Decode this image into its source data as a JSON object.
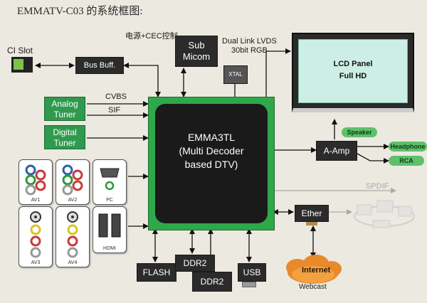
{
  "title": "EMMATV-C03 的系统框图:",
  "power_label": "电源+CEC控制",
  "ci_slot": "CI Slot",
  "bus_buff": "Bus Buff.",
  "sub_micom": [
    "Sub",
    "Micom"
  ],
  "xtal": "XTAL",
  "lvds_label": [
    "Dual Link LVDS",
    "30bit RGB"
  ],
  "lcd": [
    "LCD Panel",
    "Full HD"
  ],
  "analog_tuner": [
    "Analog",
    "Tuner"
  ],
  "digital_tuner": [
    "Digital",
    "Tuner"
  ],
  "cvbs": "CVBS",
  "sif": "SIF",
  "emma": [
    "EMMA3TL",
    "(Multi Decoder",
    "based DTV)"
  ],
  "aamp": "A-Amp",
  "speaker": "Speaker",
  "headphone": "Headphone",
  "rca": "RCA",
  "spdif": "SPDIF",
  "ether": "Ether",
  "internet": "Internet",
  "webcast": "Webcast",
  "flash": "FLASH",
  "ddr2_a": "DDR2",
  "ddr2_b": "DDR2",
  "usb": "USB",
  "av_cards": [
    "AV1",
    "AV2",
    "PC",
    "AV3",
    "AV4",
    "HDMI"
  ],
  "colors": {
    "chip_border": "#2fa84a",
    "green_box": "#2f9a4e",
    "dark_box": "#2b2b2b",
    "lcd_screen": "#cdeee4"
  }
}
